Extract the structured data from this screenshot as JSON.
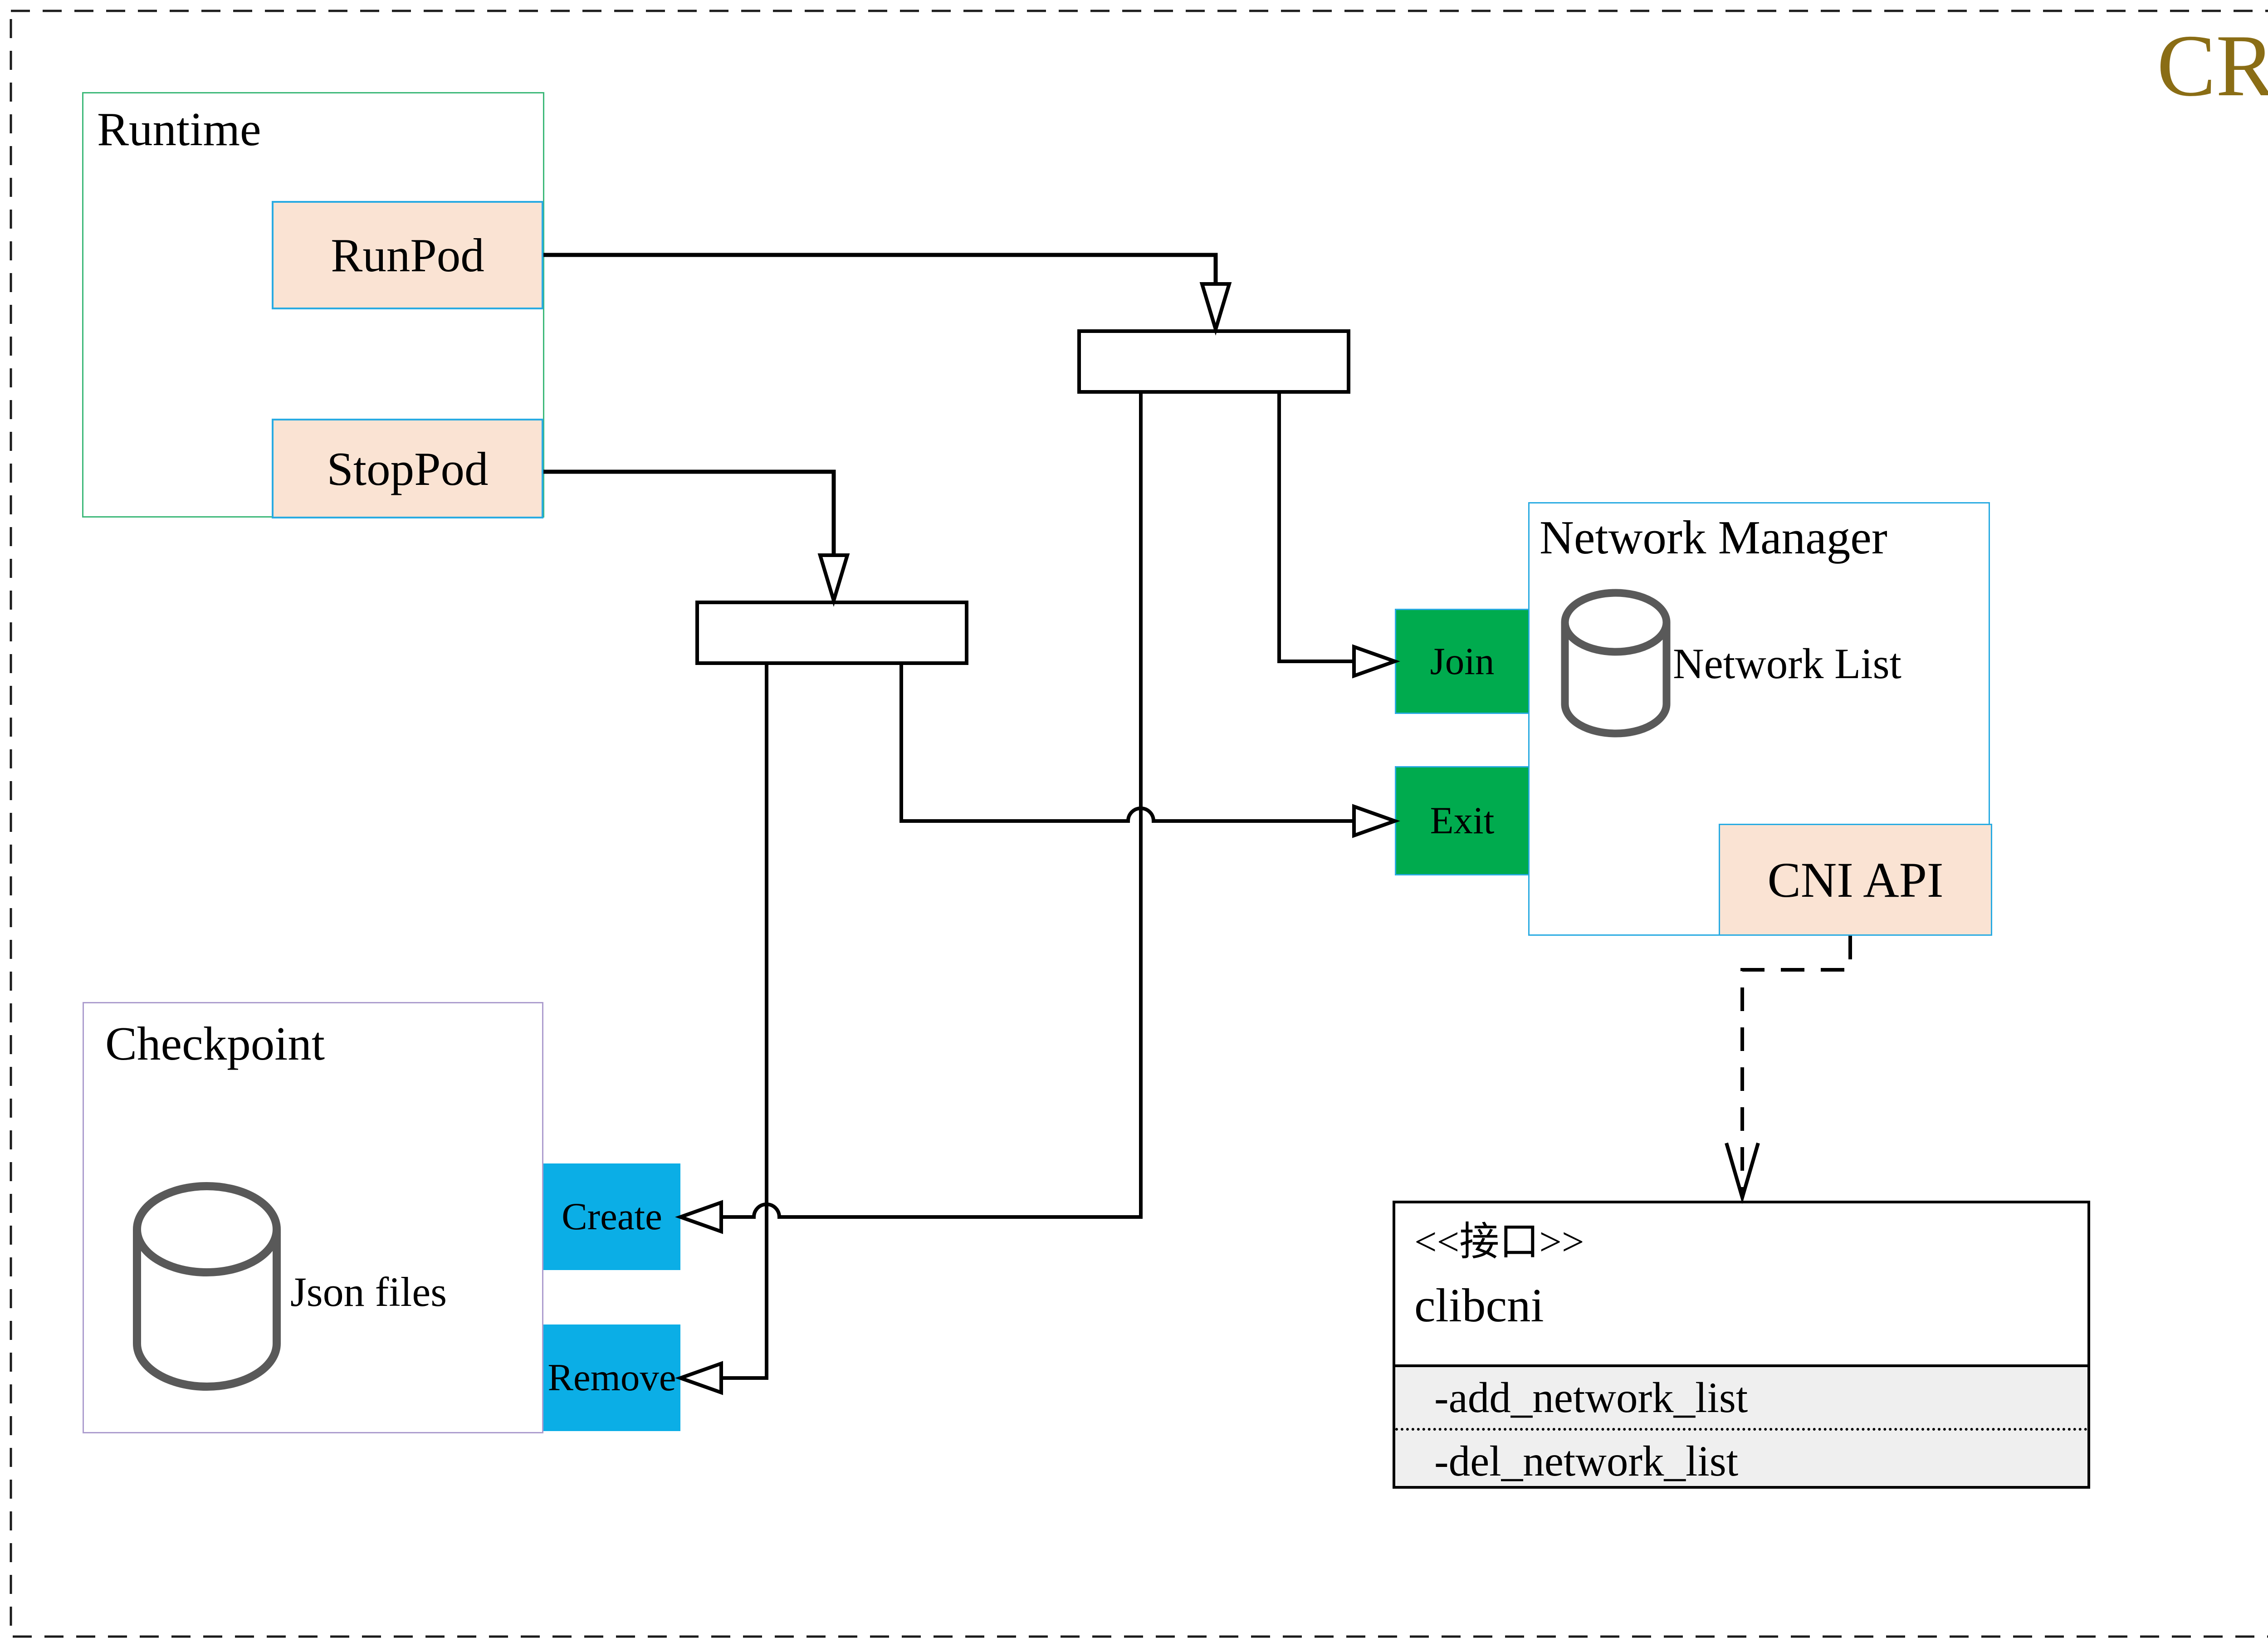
{
  "page": {
    "label": "CRI",
    "colors": {
      "accent_gold": "#8a6d15",
      "green_button": "#00ab4e",
      "blue_button": "#0baee6",
      "peach_fill": "#fae3d3",
      "box_border_blue": "#29abe2",
      "runtime_border_green": "#3cb878",
      "checkpoint_border_purple": "#ac9dce",
      "cylinder_gray": "#595959",
      "connector_black": "#000000"
    }
  },
  "runtime": {
    "title": "Runtime",
    "buttons": [
      {
        "label": "RunPod"
      },
      {
        "label": "StopPod"
      }
    ]
  },
  "network_manager": {
    "title": "Network Manager",
    "datastore_label": "Network List",
    "buttons": [
      {
        "label": "Join"
      },
      {
        "label": "Exit"
      }
    ],
    "api_label": "CNI API"
  },
  "checkpoint": {
    "title": "Checkpoint",
    "datastore_label": "Json files",
    "buttons": [
      {
        "label": "Create"
      },
      {
        "label": "Remove"
      }
    ]
  },
  "interface_class": {
    "stereotype": "<<接口>>",
    "name": "clibcni",
    "methods": [
      "-add_network_list",
      "-del_network_list"
    ]
  }
}
